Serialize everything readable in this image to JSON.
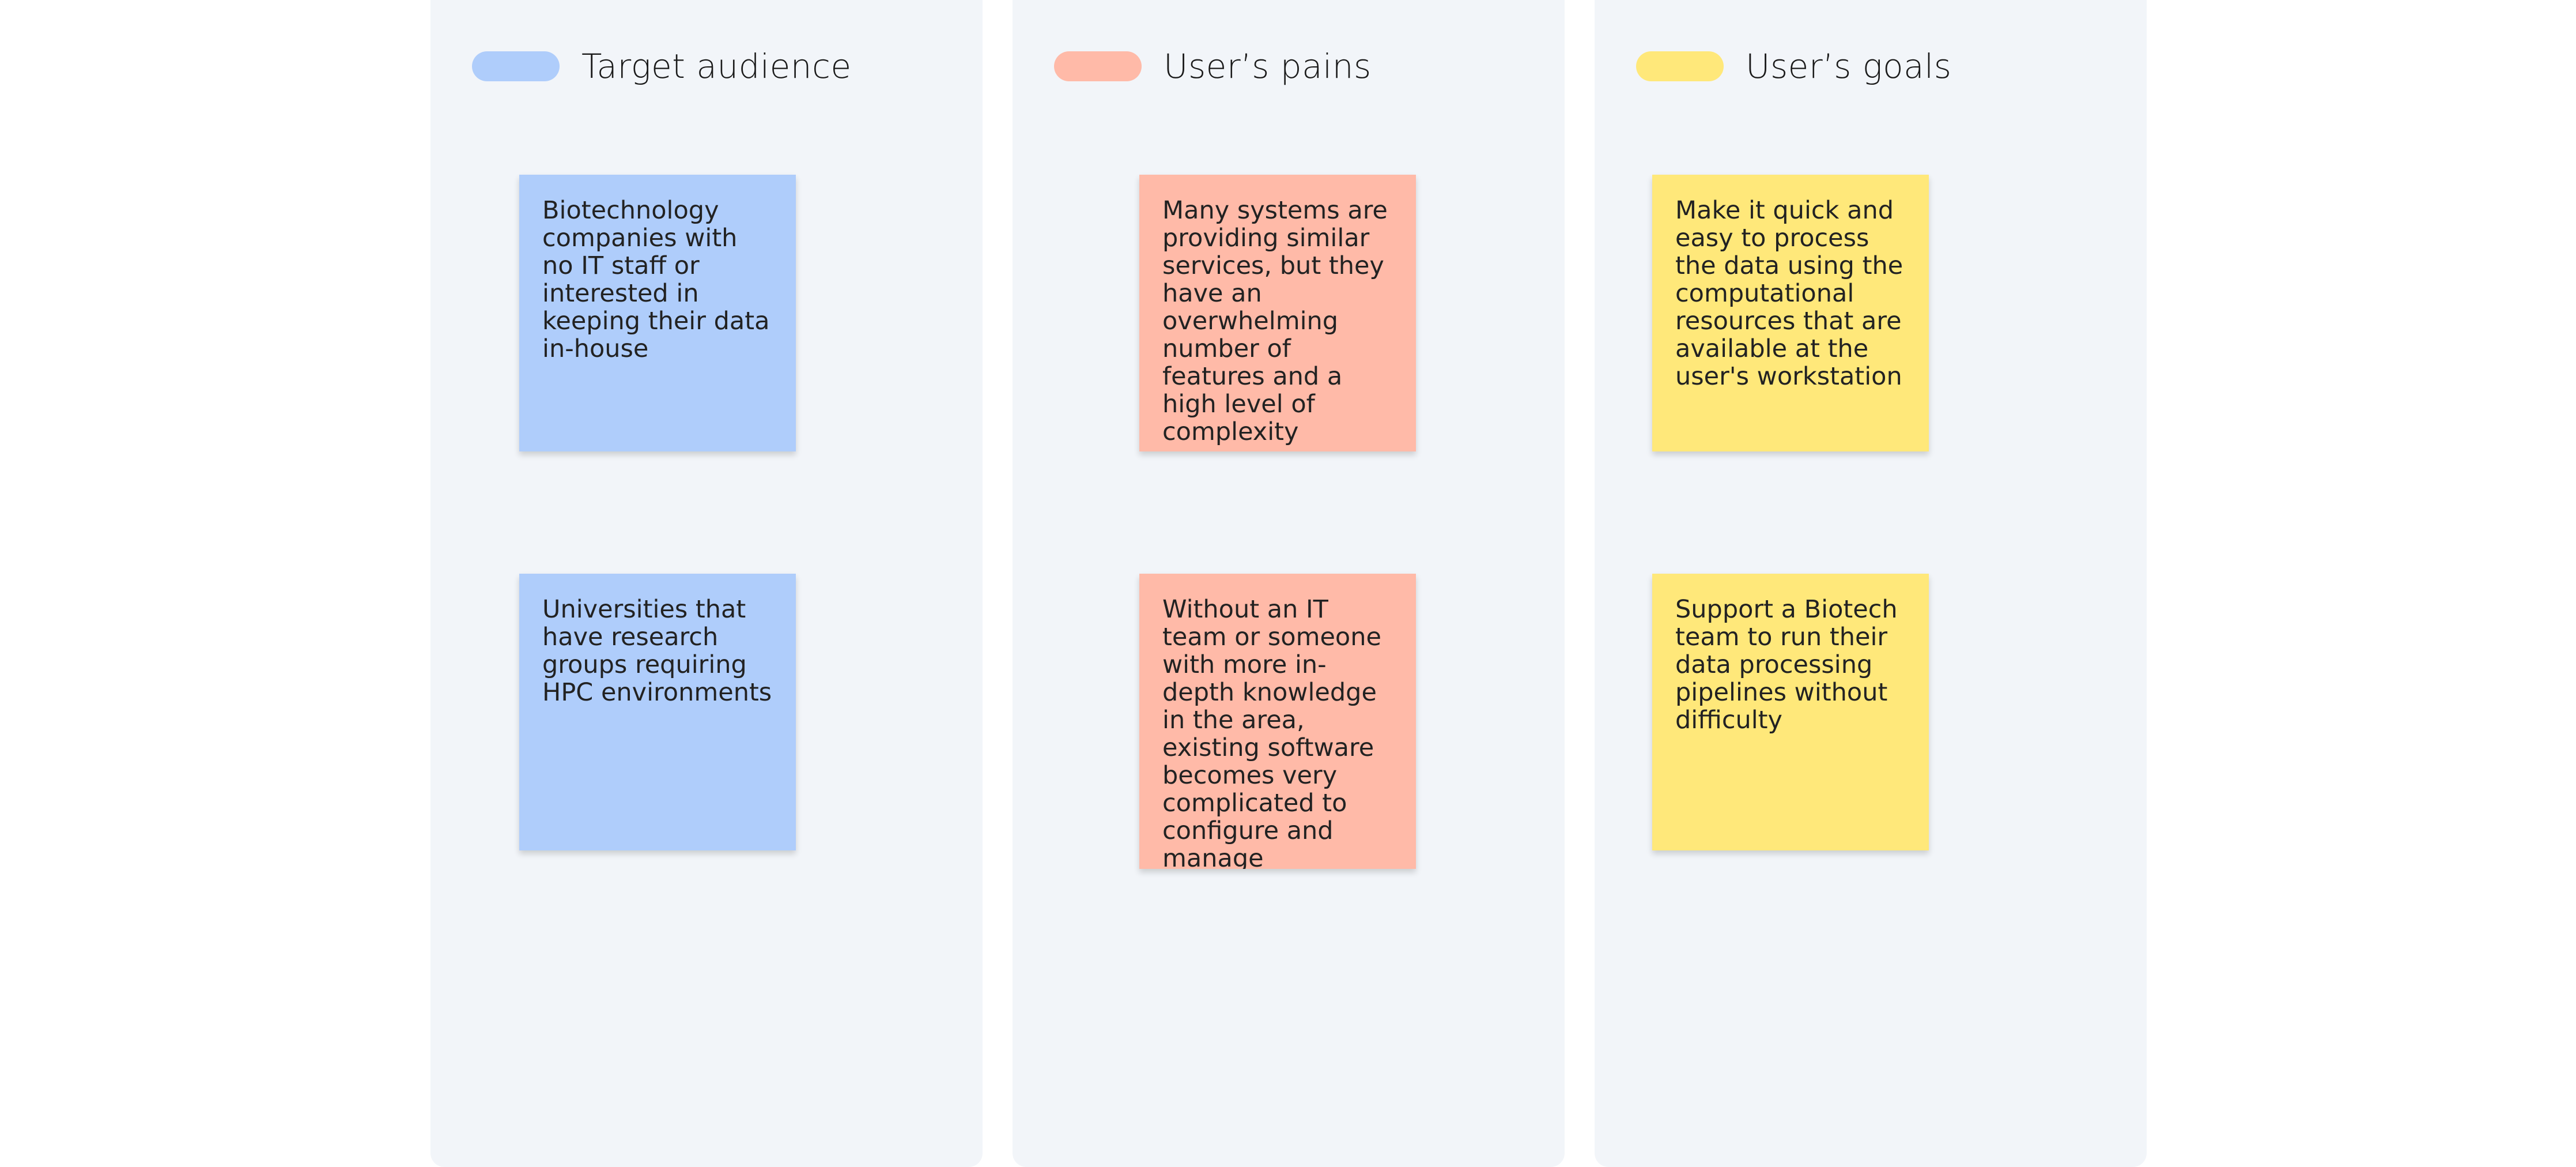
{
  "board": {
    "columns": [
      {
        "title": "Target audience",
        "color": "#afcdfb",
        "notes": [
          "Biotechnology companies with no IT staff or interested in keeping their data in-house",
          "Universities that have research groups requiring HPC environments"
        ]
      },
      {
        "title": "User’s pains",
        "color": "#ffbaa8",
        "notes": [
          "Many systems are providing similar services, but they have an overwhelming number of features and a high level of complexity",
          "Without an IT team or someone with more in-depth knowledge in the area, existing software becomes very complicated to configure and manage"
        ]
      },
      {
        "title": "User’s goals",
        "color": "#ffe87a",
        "notes": [
          "Make it quick and easy to process the data using the computational resources that are available at the user's workstation",
          "Support a Biotech team to run their data processing pipelines without difficulty"
        ]
      }
    ]
  }
}
